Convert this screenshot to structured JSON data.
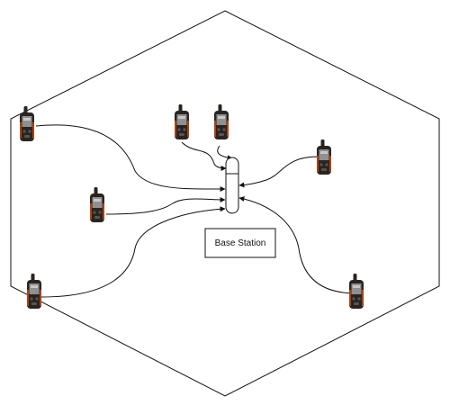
{
  "diagram": {
    "base_station_label": "Base Station",
    "colors": {
      "line": "#111111",
      "device_body": "#2a2420",
      "device_trim": "#b04010",
      "device_screen": "#909090",
      "device_buttons": "#555555"
    },
    "devices": [
      {
        "name": "device-far-left",
        "icon": "handheld-gps-icon"
      },
      {
        "name": "device-top-left",
        "icon": "handheld-gps-icon"
      },
      {
        "name": "device-top-center",
        "icon": "handheld-gps-icon"
      },
      {
        "name": "device-right",
        "icon": "handheld-gps-icon"
      },
      {
        "name": "device-middle-left",
        "icon": "handheld-gps-icon"
      },
      {
        "name": "device-bottom-left",
        "icon": "handheld-gps-icon"
      },
      {
        "name": "device-bottom-right",
        "icon": "handheld-gps-icon"
      }
    ]
  }
}
